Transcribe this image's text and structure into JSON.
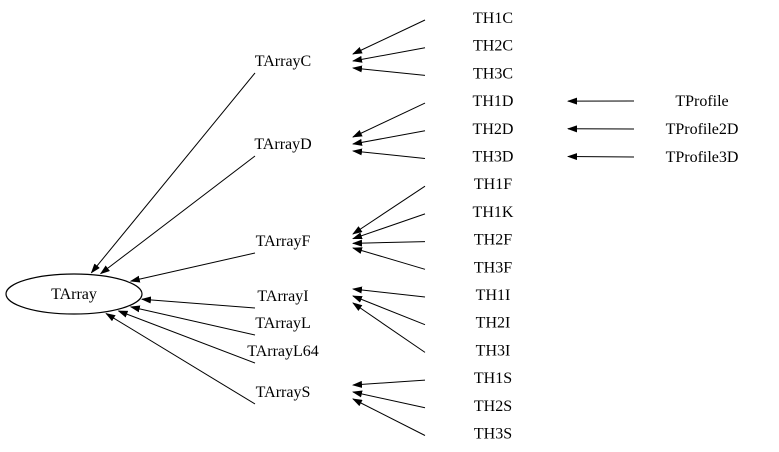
{
  "diagram": {
    "root": "TArray",
    "mid_nodes": [
      "TArrayC",
      "TArrayD",
      "TArrayF",
      "TArrayI",
      "TArrayL",
      "TArrayL64",
      "TArrayS"
    ],
    "leaf_nodes": [
      "TH1C",
      "TH2C",
      "TH3C",
      "TH1D",
      "TH2D",
      "TH3D",
      "TH1F",
      "TH1K",
      "TH2F",
      "TH3F",
      "TH1I",
      "TH2I",
      "TH3I",
      "TH1S",
      "TH2S",
      "TH3S"
    ],
    "profile_nodes": [
      "TProfile",
      "TProfile2D",
      "TProfile3D"
    ],
    "edges": [
      {
        "from": "TArrayC",
        "to": "TArray"
      },
      {
        "from": "TArrayD",
        "to": "TArray"
      },
      {
        "from": "TArrayF",
        "to": "TArray"
      },
      {
        "from": "TArrayI",
        "to": "TArray"
      },
      {
        "from": "TArrayL",
        "to": "TArray"
      },
      {
        "from": "TArrayL64",
        "to": "TArray"
      },
      {
        "from": "TArrayS",
        "to": "TArray"
      },
      {
        "from": "TH1C",
        "to": "TArrayC"
      },
      {
        "from": "TH2C",
        "to": "TArrayC"
      },
      {
        "from": "TH3C",
        "to": "TArrayC"
      },
      {
        "from": "TH1D",
        "to": "TArrayD"
      },
      {
        "from": "TH2D",
        "to": "TArrayD"
      },
      {
        "from": "TH3D",
        "to": "TArrayD"
      },
      {
        "from": "TH1F",
        "to": "TArrayF"
      },
      {
        "from": "TH1K",
        "to": "TArrayF"
      },
      {
        "from": "TH2F",
        "to": "TArrayF"
      },
      {
        "from": "TH3F",
        "to": "TArrayF"
      },
      {
        "from": "TH1I",
        "to": "TArrayI"
      },
      {
        "from": "TH2I",
        "to": "TArrayI"
      },
      {
        "from": "TH3I",
        "to": "TArrayI"
      },
      {
        "from": "TH1S",
        "to": "TArrayS"
      },
      {
        "from": "TH2S",
        "to": "TArrayS"
      },
      {
        "from": "TH3S",
        "to": "TArrayS"
      },
      {
        "from": "TProfile",
        "to": "TH1D"
      },
      {
        "from": "TProfile2D",
        "to": "TH2D"
      },
      {
        "from": "TProfile3D",
        "to": "TH3D"
      }
    ]
  }
}
